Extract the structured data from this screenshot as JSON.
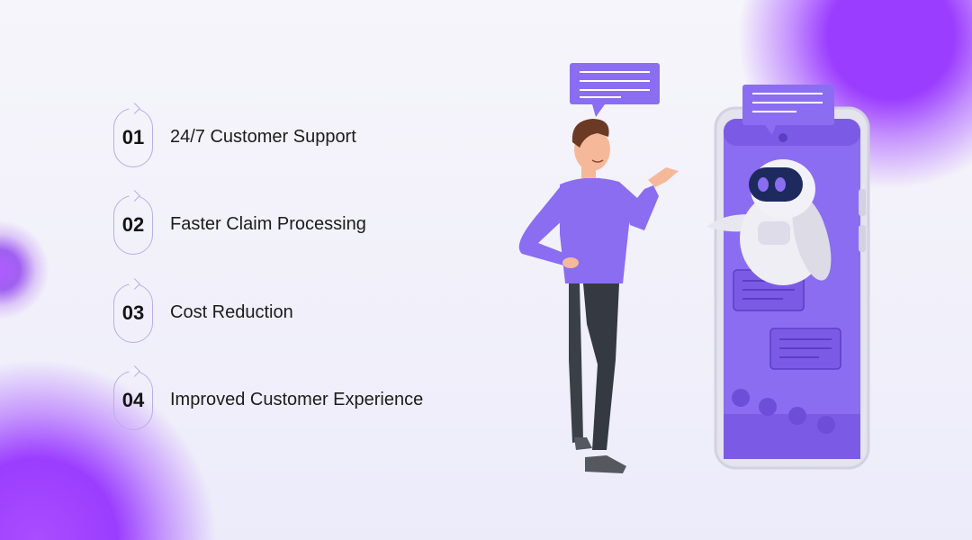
{
  "features": [
    {
      "number": "01",
      "label": "24/7 Customer Support"
    },
    {
      "number": "02",
      "label": "Faster Claim Processing"
    },
    {
      "number": "03",
      "label": "Cost Reduction"
    },
    {
      "number": "04",
      "label": "Improved Customer Experience"
    }
  ],
  "colors": {
    "accent": "#8e6ef0",
    "accent_dark": "#7b5be6",
    "blob": "#9b3dff",
    "text": "#1c1c1c"
  },
  "illustration": {
    "icons": [
      "person-illustration",
      "phone-illustration",
      "robot-icon",
      "chat-bubble-icon"
    ]
  }
}
